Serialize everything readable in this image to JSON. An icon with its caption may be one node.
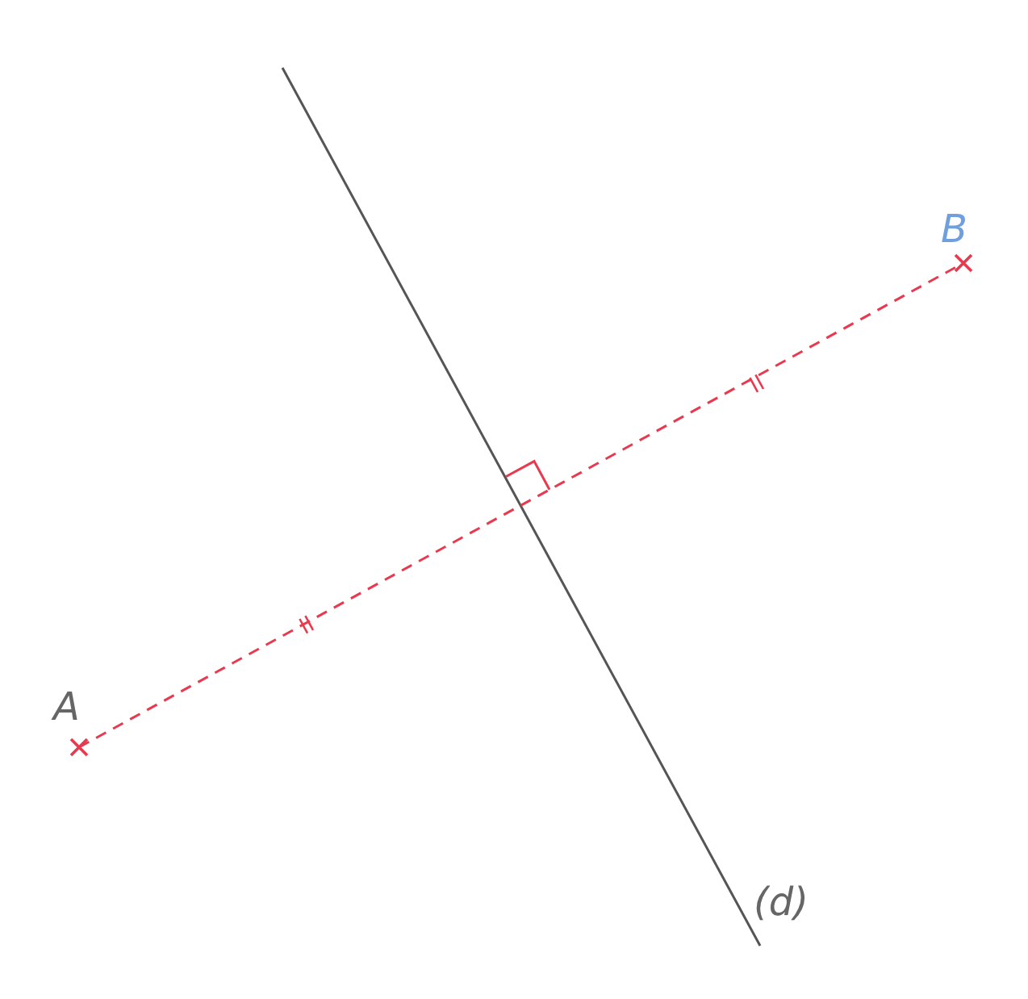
{
  "diagram": {
    "labels": [
      "A",
      "B",
      "(d)"
    ]
  }
}
